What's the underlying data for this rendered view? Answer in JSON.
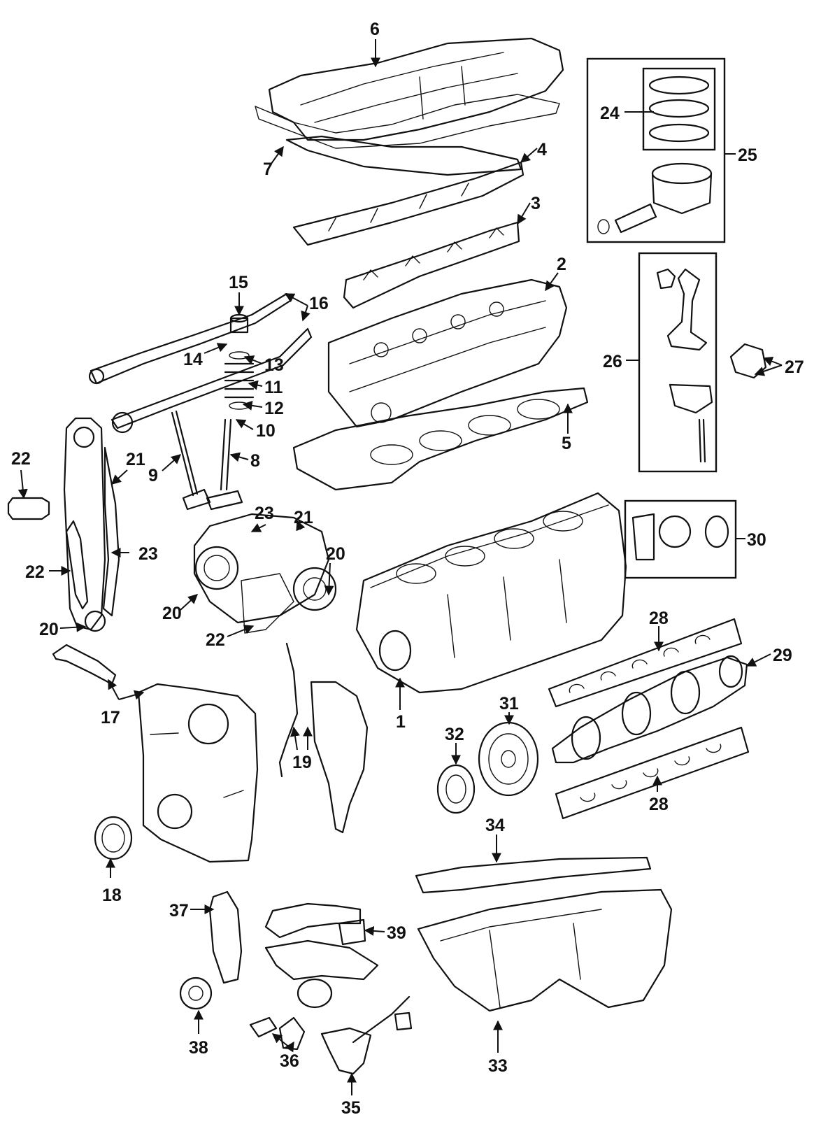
{
  "colors": {
    "line": "#111111",
    "background": "#ffffff"
  },
  "callouts": {
    "c1": "1",
    "c2": "2",
    "c3": "3",
    "c4": "4",
    "c5": "5",
    "c6": "6",
    "c7": "7",
    "c8": "8",
    "c9": "9",
    "c10": "10",
    "c11": "11",
    "c12": "12",
    "c13": "13",
    "c14": "14",
    "c15": "15",
    "c16": "16",
    "c17": "17",
    "c18": "18",
    "c19": "19",
    "c20": "20",
    "c21": "21",
    "c22": "22",
    "c23": "23",
    "c24": "24",
    "c25": "25",
    "c26": "26",
    "c27": "27",
    "c28": "28",
    "c29": "29",
    "c30": "30",
    "c31": "31",
    "c32": "32",
    "c33": "33",
    "c34": "34",
    "c35": "35",
    "c36": "36",
    "c37": "37",
    "c38": "38",
    "c39": "39"
  }
}
